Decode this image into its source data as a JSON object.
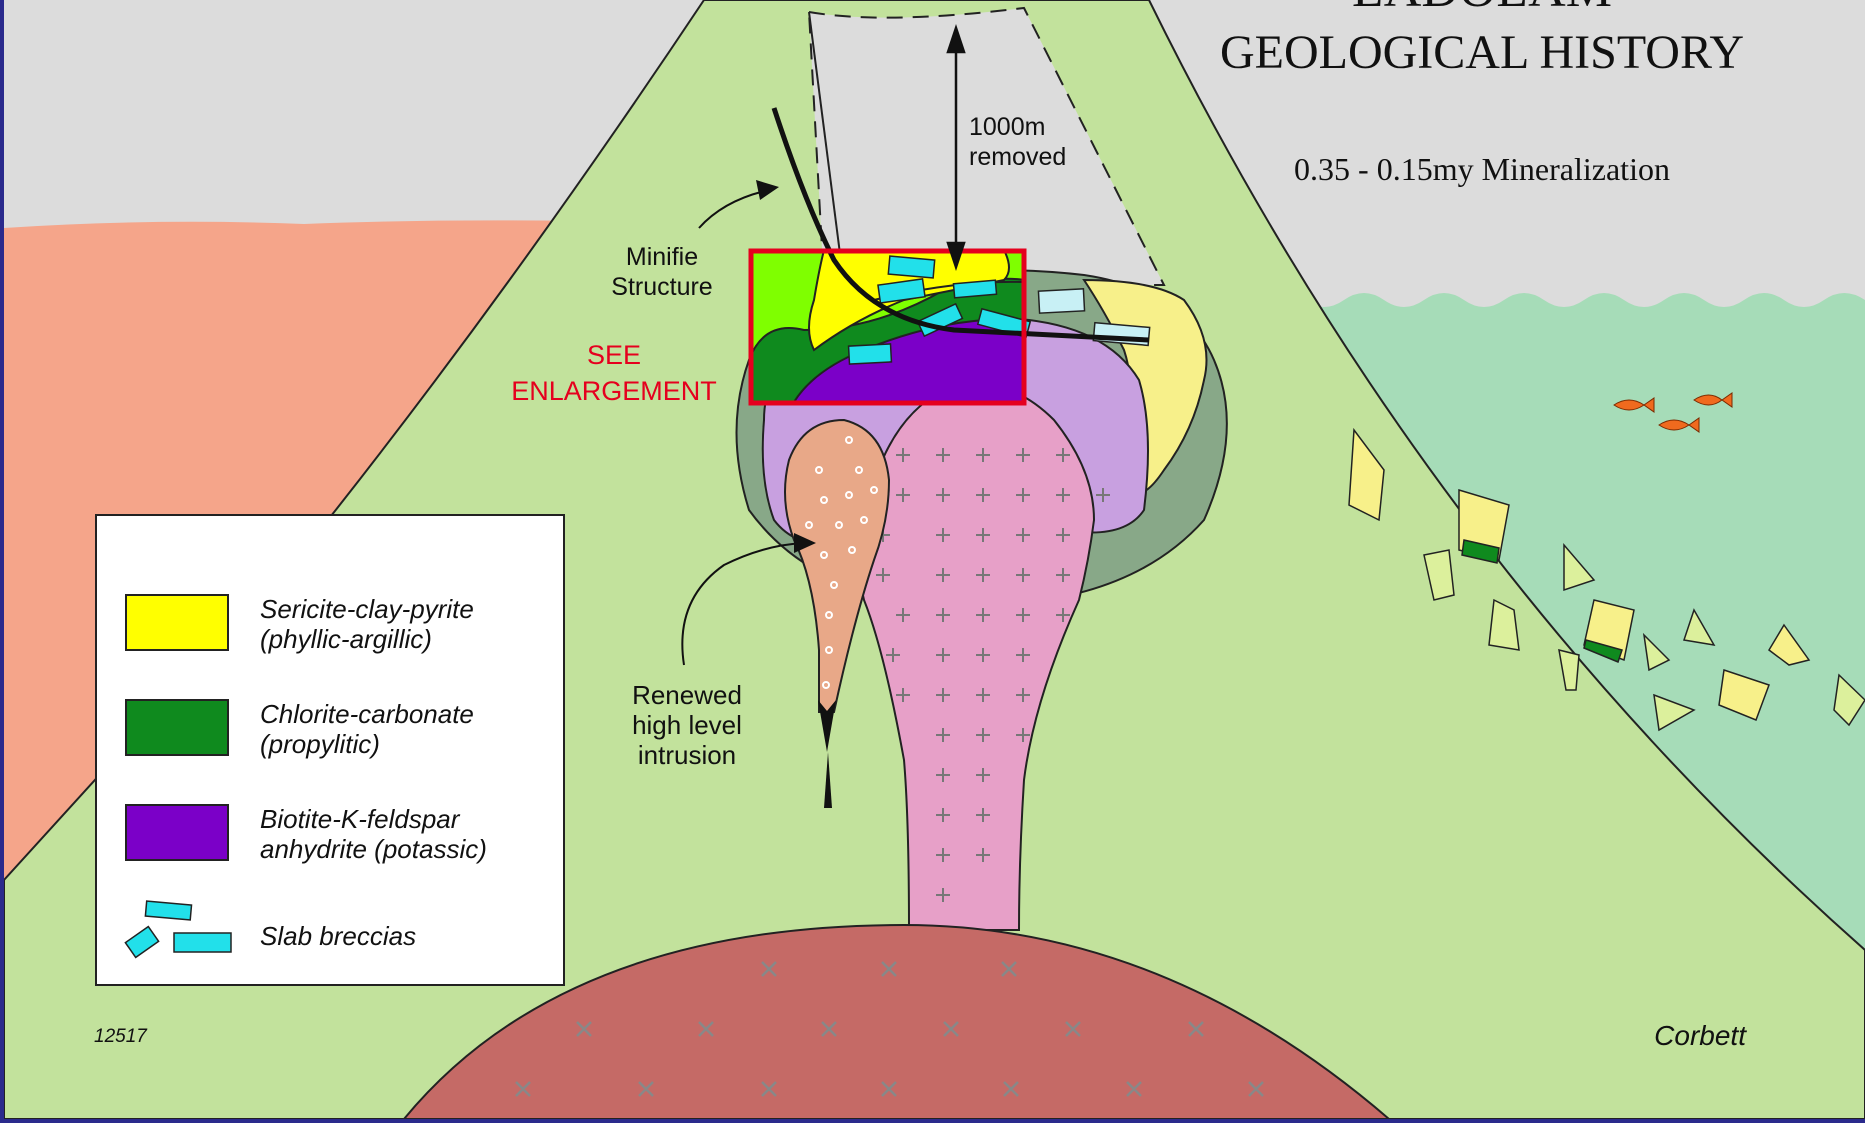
{
  "title": {
    "line1": "LADOLAM",
    "line2": "GEOLOGICAL HISTORY",
    "subtitle": "0.35 - 0.15my Mineralization"
  },
  "annotations": {
    "removed_line1": "1000m",
    "removed_line2": "removed",
    "minifie_line1": "Minifie",
    "minifie_line2": "Structure",
    "see_line1": "SEE",
    "see_line2": "ENLARGEMENT",
    "renewed_line1": "Renewed",
    "renewed_line2": "high level",
    "renewed_line3": "intrusion"
  },
  "legend": {
    "items": [
      {
        "line1": "Sericite-clay-pyrite",
        "line2": "(phyllic-argillic)",
        "color": "#ffff00"
      },
      {
        "line1": "Chlorite-carbonate",
        "line2": "(propylitic)",
        "color": "#0f8a1e"
      },
      {
        "line1": "Biotite-K-feldspar",
        "line2": "anhydrite (potassic)",
        "color": "#7b00c8"
      },
      {
        "line1": "Slab breccias",
        "line2": "",
        "color": "#22e0ea"
      }
    ]
  },
  "footer": {
    "figure_number": "12517",
    "author": "Corbett"
  },
  "colors": {
    "sky": "#dcdcdc",
    "country_rock": "#f5a58a",
    "volcano": "#c2e29c",
    "sea": "#a6dcb8",
    "pink_intrusion": "#e7a0c8",
    "basement": "#c56a66",
    "lavender_zone": "#c8a0e0",
    "dark_halo": "#88a888",
    "highlight_box": "#e5001e"
  }
}
